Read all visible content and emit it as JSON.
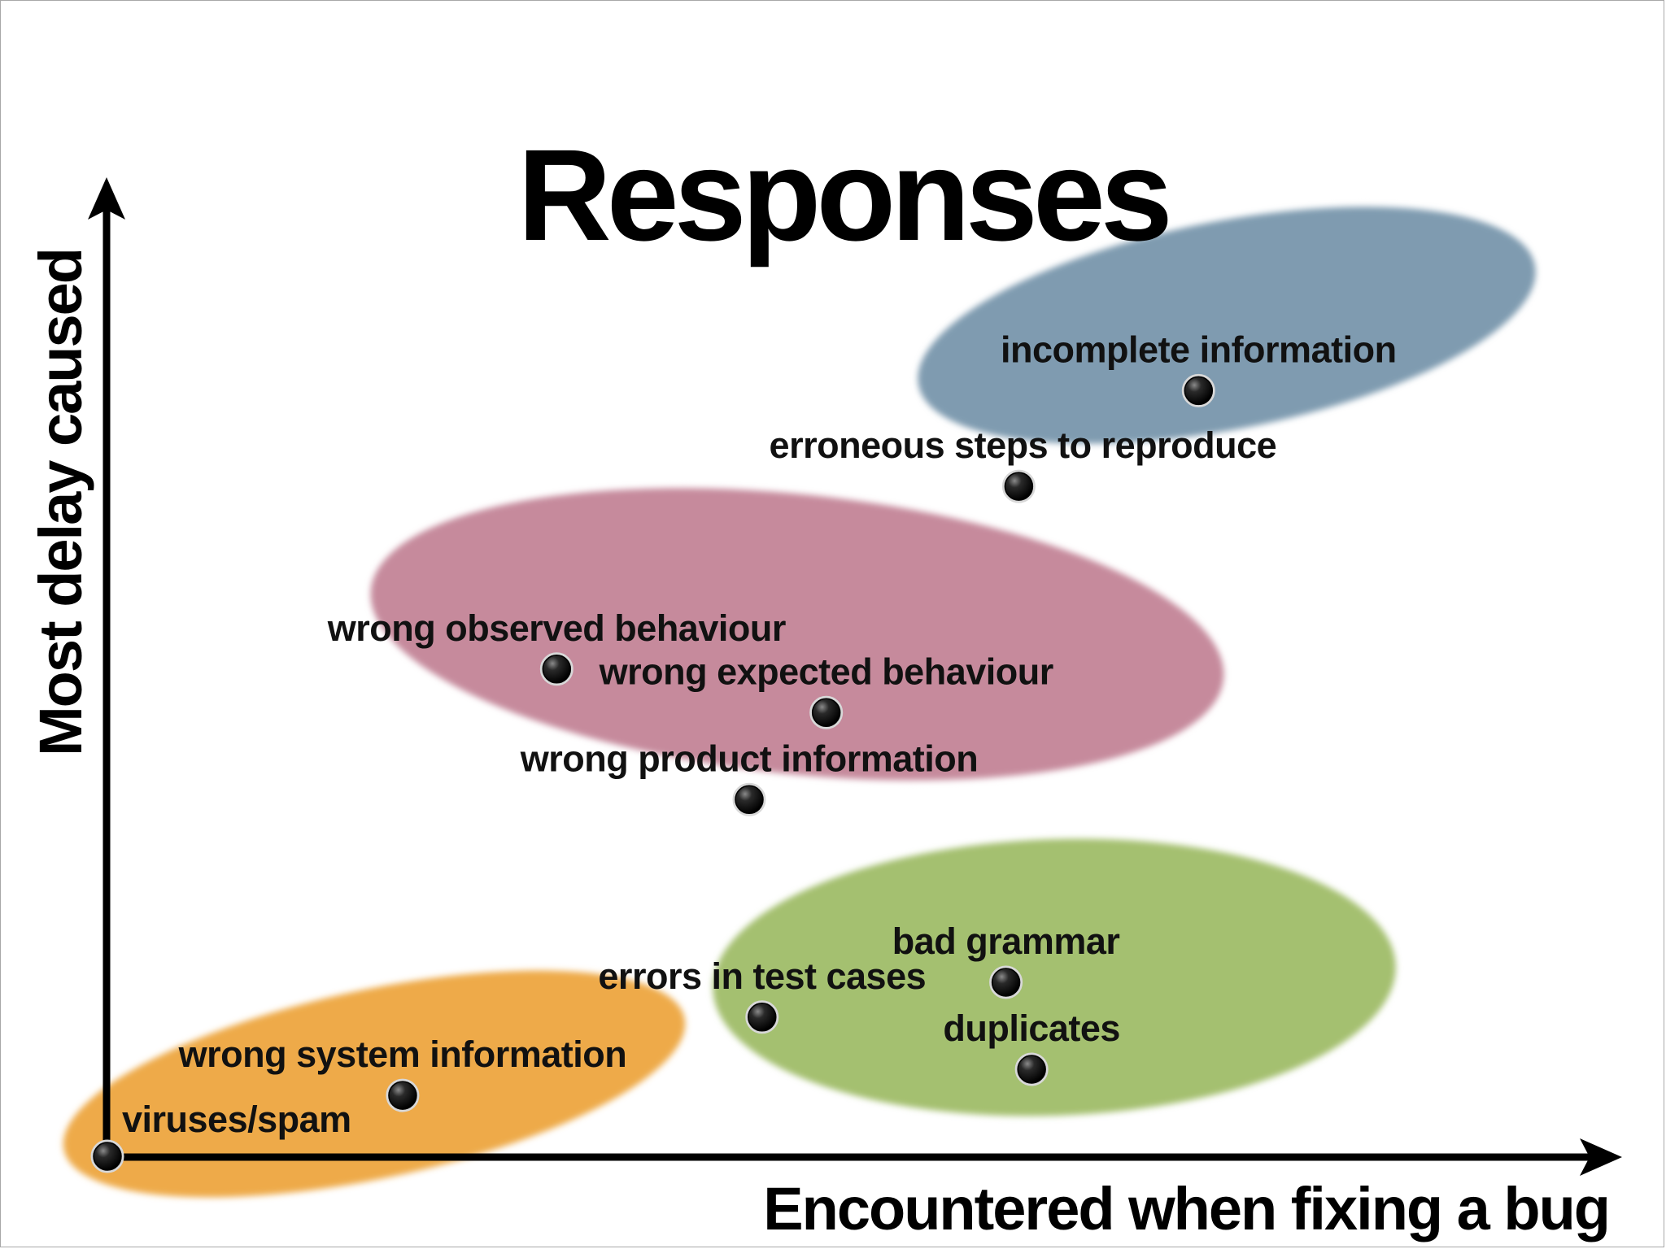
{
  "chart_data": {
    "type": "scatter",
    "title": "Responses",
    "xlabel": "Encountered when fixing a bug",
    "ylabel": "Most delay caused",
    "xlim": [
      0,
      100
    ],
    "ylim": [
      0,
      100
    ],
    "grid": false,
    "legend": "none",
    "groups": [
      {
        "color": "#7f9bb0",
        "points": [
          {
            "label": "incomplete information",
            "x": 85,
            "y": 88
          },
          {
            "label": "erroneous steps to reproduce",
            "x": 71,
            "y": 77
          }
        ]
      },
      {
        "color": "#c68a9c",
        "points": [
          {
            "label": "wrong observed behaviour",
            "x": 35,
            "y": 56
          },
          {
            "label": "wrong expected behaviour",
            "x": 56,
            "y": 51
          },
          {
            "label": "wrong product information",
            "x": 50,
            "y": 41
          }
        ]
      },
      {
        "color": "#a4c070",
        "points": [
          {
            "label": "bad grammar",
            "x": 70,
            "y": 20
          },
          {
            "label": "errors in test cases",
            "x": 51,
            "y": 16
          },
          {
            "label": "duplicates",
            "x": 72,
            "y": 10
          }
        ]
      },
      {
        "color": "#eeaa48",
        "points": [
          {
            "label": "wrong system information",
            "x": 23,
            "y": 7
          },
          {
            "label": "viruses/spam",
            "x": 0,
            "y": 0
          }
        ]
      }
    ]
  }
}
